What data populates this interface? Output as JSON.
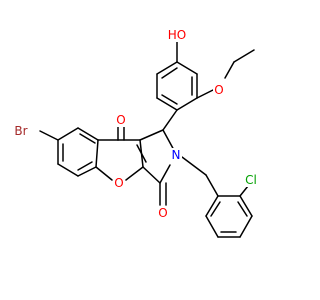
{
  "figure": {
    "kind": "chemical-structure",
    "background": "#ffffff",
    "bond_color": "#000000"
  },
  "atoms": {
    "oh": {
      "text": "HO",
      "color": "#ff0000"
    },
    "o_ether": {
      "text": "O",
      "color": "#ff0000"
    },
    "br": {
      "text": "Br",
      "color": "#a52a2a"
    },
    "o_ketone": {
      "text": "O",
      "color": "#ff0000"
    },
    "o_ring": {
      "text": "O",
      "color": "#ff0000"
    },
    "o_lactam": {
      "text": "O",
      "color": "#ff0000"
    },
    "n": {
      "text": "N",
      "color": "#0000ff"
    },
    "cl": {
      "text": "Cl",
      "color": "#00a000"
    }
  }
}
